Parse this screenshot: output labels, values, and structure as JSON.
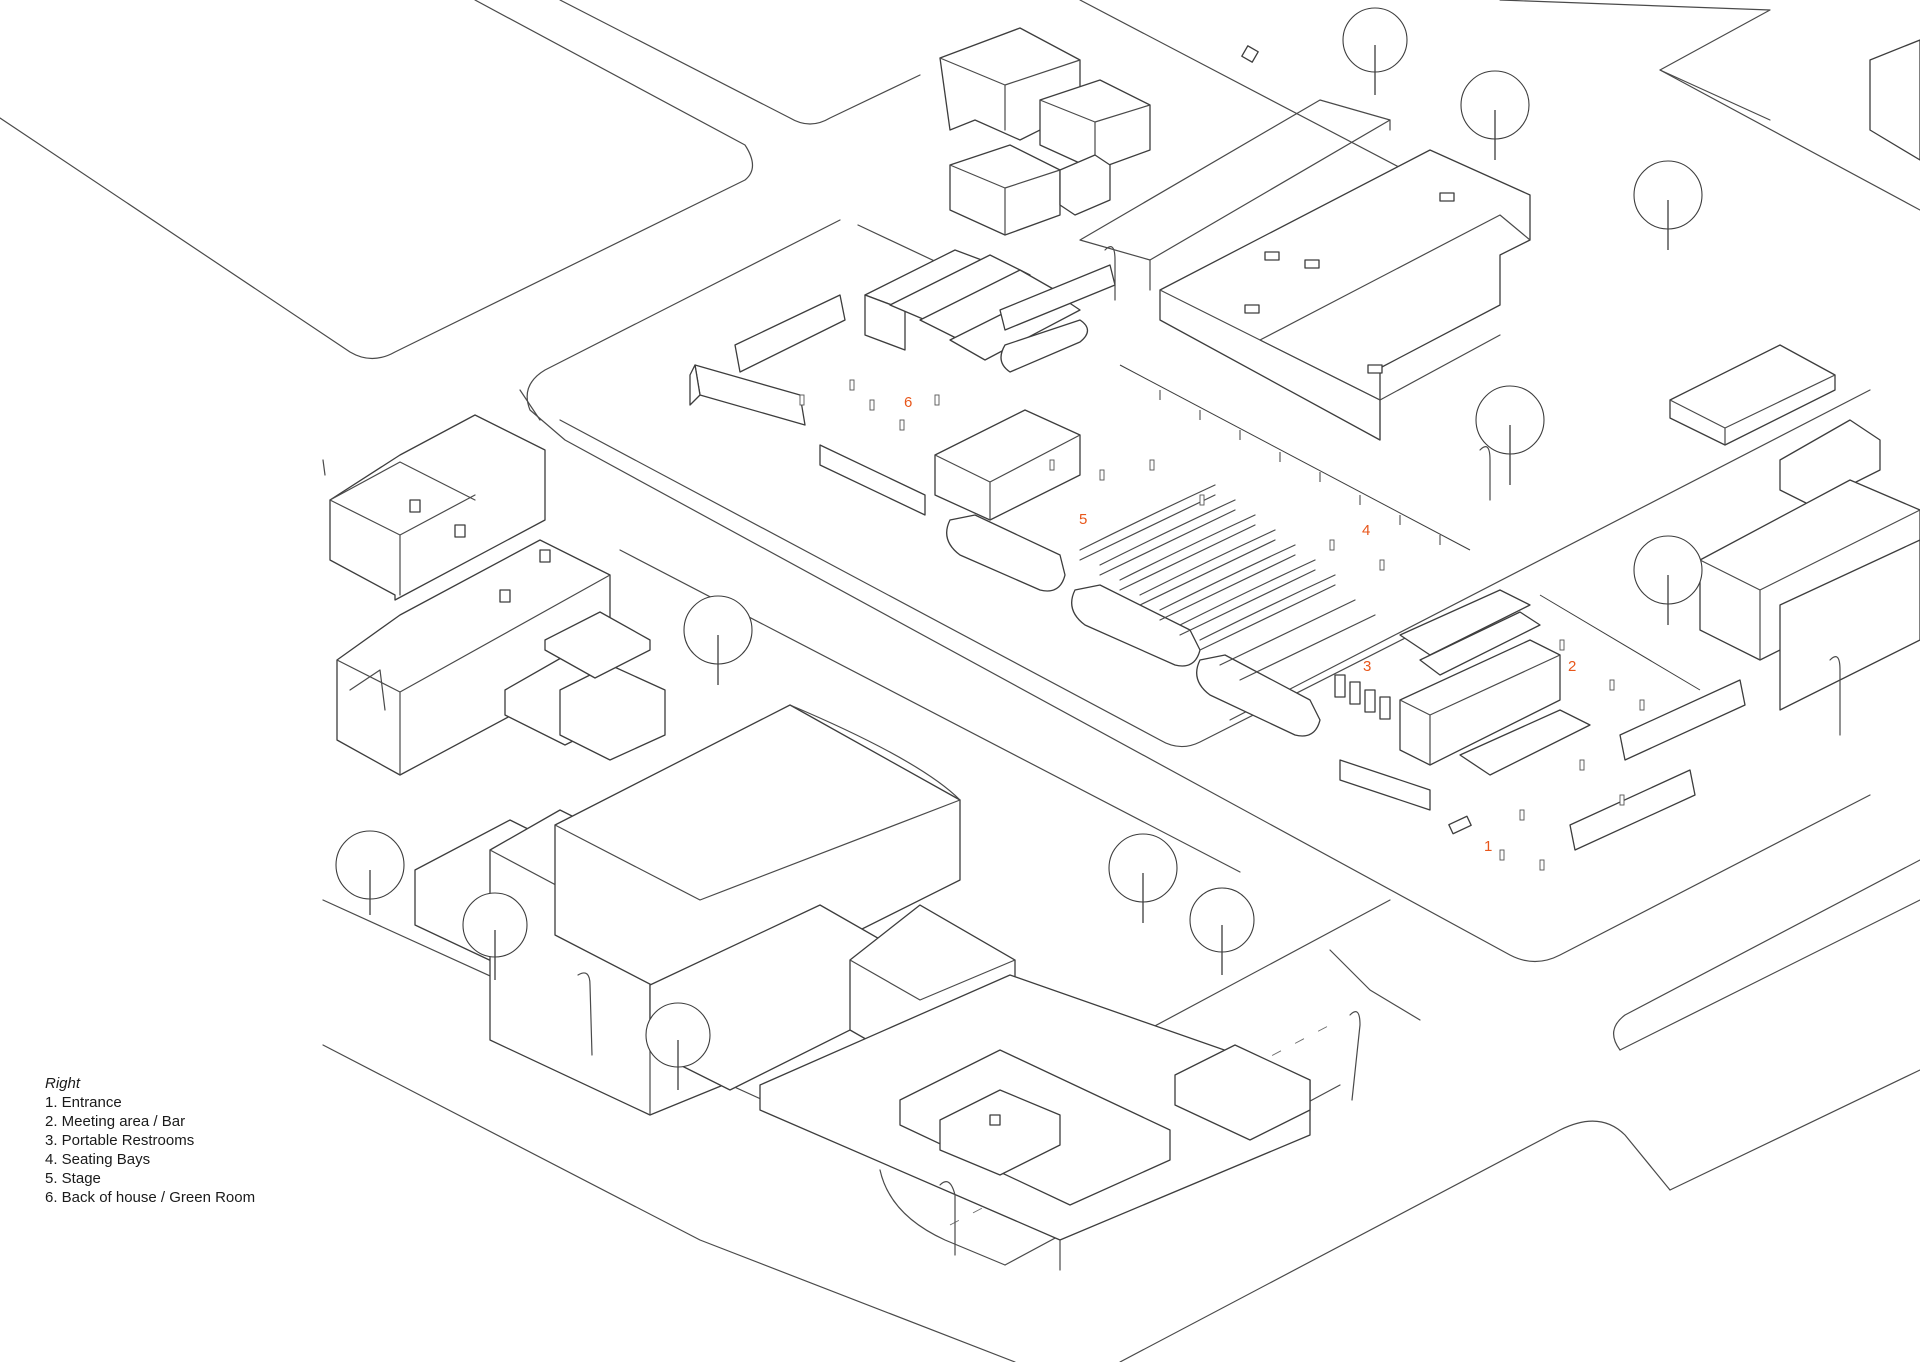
{
  "legend": {
    "title": "Right",
    "items": [
      "1. Entrance",
      "2. Meeting area / Bar",
      "3. Portable Restrooms",
      "4. Seating Bays",
      "5. Stage",
      "6. Back of house / Green Room"
    ]
  },
  "zones": [
    "1",
    "2",
    "3",
    "4",
    "5",
    "6"
  ],
  "colors": {
    "line": "#3d3d3d",
    "zone_label": "#e8561a",
    "legend_text": "#1a1a1a",
    "background": "#ffffff"
  }
}
